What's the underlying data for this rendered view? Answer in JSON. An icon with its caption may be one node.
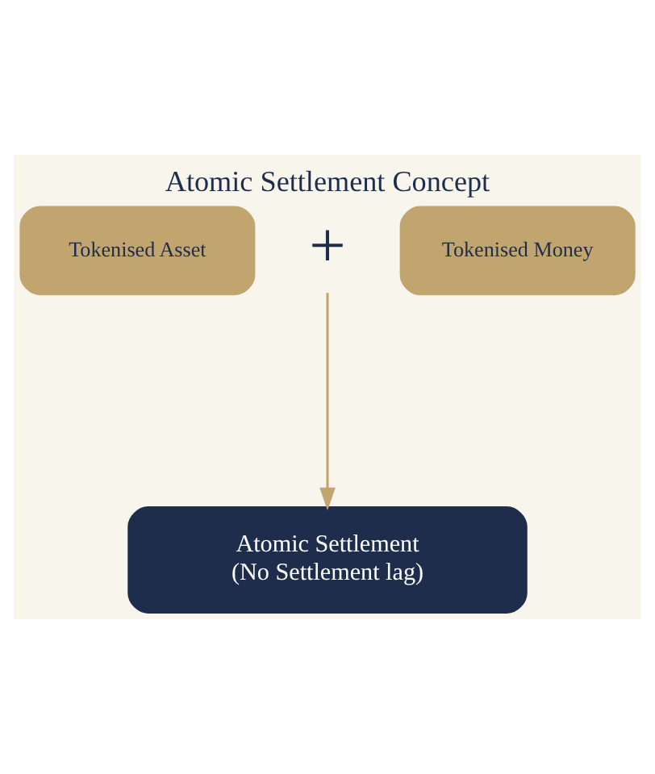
{
  "diagram": {
    "title": "Atomic Settlement Concept",
    "nodes": [
      {
        "text": [
          "Tokenised Asset"
        ]
      },
      {
        "text": [
          "+"
        ]
      },
      {
        "text": [
          "Tokenised Money"
        ]
      },
      {
        "text": [
          "Atomic Settlement",
          "(No Settlement lag)"
        ]
      }
    ],
    "edges": [
      {
        "from": 1,
        "to": 3,
        "arrow": "to"
      }
    ]
  }
}
